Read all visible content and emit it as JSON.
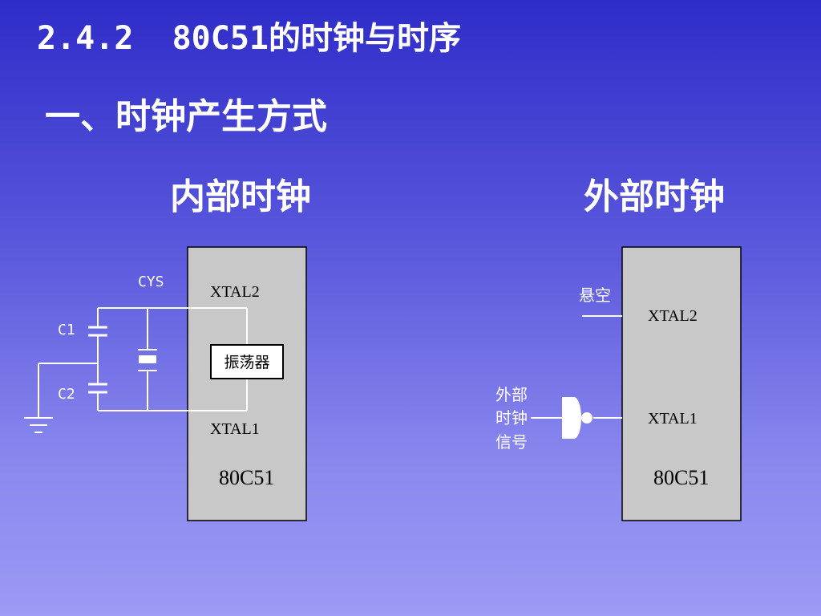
{
  "slide": {
    "title": "2.4.2  80C51的时钟与时序",
    "subtitle": "一、时钟产生方式"
  },
  "internal": {
    "heading": "内部时钟",
    "crystal_label": "CYS",
    "cap1_label": "C1",
    "cap2_label": "C2",
    "pin_top": "XTAL2",
    "pin_bottom": "XTAL1",
    "oscillator_label": "振荡器",
    "chip_label": "80C51"
  },
  "external": {
    "heading": "外部时钟",
    "floating_label": "悬空",
    "signal_label_lines": [
      "外部",
      "时钟",
      "信号"
    ],
    "pin_top": "XTAL2",
    "pin_bottom": "XTAL1",
    "chip_label": "80C51"
  },
  "colors": {
    "chip_fill": "#c8c8c8",
    "wire": "#ffffff",
    "background_top": "#2e2cc8",
    "background_bottom": "#9c9af4"
  }
}
